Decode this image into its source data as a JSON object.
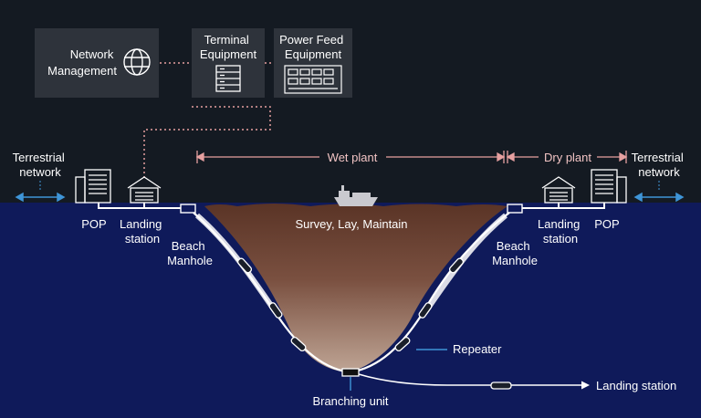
{
  "top": {
    "network_management": [
      "Network",
      "Management"
    ],
    "terminal_equipment": [
      "Terminal",
      "Equipment"
    ],
    "power_feed_equipment": [
      "Power Feed",
      "Equipment"
    ]
  },
  "spans": {
    "wet_plant": "Wet plant",
    "dry_plant": "Dry plant"
  },
  "left": {
    "terrestrial": [
      "Terrestrial",
      "network"
    ],
    "pop": "POP",
    "landing_station": [
      "Landing",
      "station"
    ],
    "beach_manhole": [
      "Beach",
      "Manhole"
    ]
  },
  "right": {
    "terrestrial": [
      "Terrestrial",
      "network"
    ],
    "pop": "POP",
    "landing_station": [
      "Landing",
      "station"
    ],
    "beach_manhole": [
      "Beach",
      "Manhole"
    ]
  },
  "center": {
    "survey": "Survey, Lay, Maintain",
    "repeater": "Repeater",
    "branching_unit": "Branching unit",
    "branch_landing_station": "Landing station"
  },
  "colors": {
    "background": "#141a22",
    "sea": "#0f1a5a",
    "seabed": "#7a5040",
    "cable": "#ffffff",
    "accent_blue": "#3f95d8",
    "accent_pink": "#e6a0a0",
    "box": "#2e333b"
  },
  "icons": [
    "globe-icon",
    "server-rack-icon",
    "power-rack-icon",
    "building-icon",
    "landing-station-icon",
    "ship-icon",
    "arrow-left-right-icon"
  ]
}
